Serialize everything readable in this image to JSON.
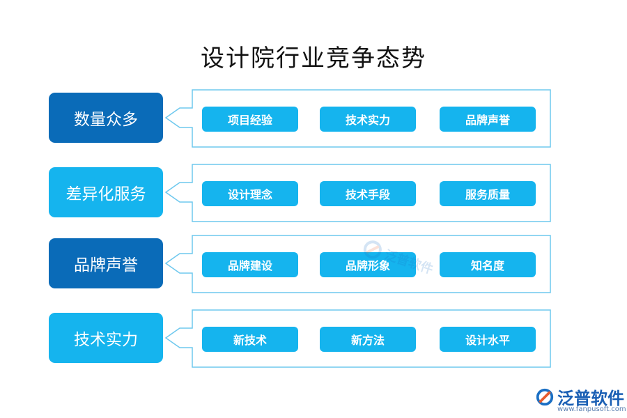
{
  "title": "设计院行业竞争态势",
  "rows": [
    {
      "category": "数量众多",
      "style": "dark",
      "items": [
        "项目经验",
        "技术实力",
        "品牌声誉"
      ]
    },
    {
      "category": "差异化服务",
      "style": "light",
      "items": [
        "设计理念",
        "技术手段",
        "服务质量"
      ]
    },
    {
      "category": "品牌声誉",
      "style": "dark",
      "items": [
        "品牌建设",
        "品牌形象",
        "知名度"
      ]
    },
    {
      "category": "技术实力",
      "style": "light",
      "items": [
        "新技术",
        "新方法",
        "设计水平"
      ]
    }
  ],
  "colors": {
    "dark_blue": "#0a6bb8",
    "light_blue": "#15b4ee",
    "outline": "#6ec8ee"
  },
  "watermark": {
    "text": "泛普软件",
    "icon": "fanpu-logo-icon"
  },
  "logo": {
    "name": "泛普软件",
    "url": "www.fanpusoft.com",
    "icon": "fanpu-logo-icon"
  }
}
